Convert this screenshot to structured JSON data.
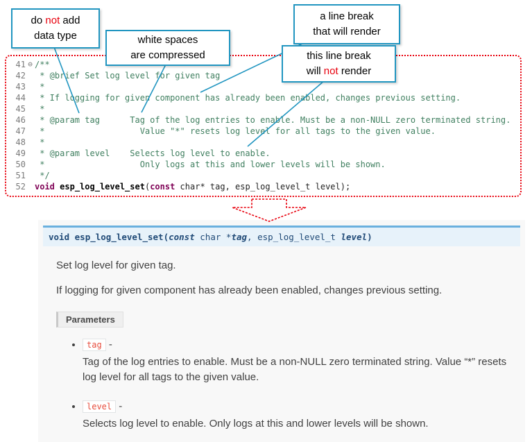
{
  "colors": {
    "callout_border_teal": "#2095c0",
    "highlight_red": "#e8000d",
    "code_dotted_border_red": "#e8000d",
    "comment_green": "#3f7f5f",
    "keyword_maroon": "#7f0055",
    "signature_bar_bg": "#e7f2fa",
    "signature_bar_border": "#6ab0de",
    "param_literal_red": "#e74c3c",
    "doc_panel_bg": "#f8f8f8"
  },
  "callouts": {
    "no_data_type": {
      "segments": [
        {
          "t": "do "
        },
        {
          "t": "not",
          "red": true
        },
        {
          "t": " add\ndata type"
        }
      ]
    },
    "whitespace_compressed": {
      "segments": [
        {
          "t": "white spaces\nare  compressed"
        }
      ]
    },
    "line_break_renders": {
      "segments": [
        {
          "t": "a line break\nthat will render"
        }
      ]
    },
    "line_break_no_render": {
      "segments": [
        {
          "t": "this line break\nwill "
        },
        {
          "t": "not",
          "red": true
        },
        {
          "t": " render"
        }
      ]
    }
  },
  "code": {
    "fold_icon": "⊖",
    "lines": [
      {
        "num": "41",
        "fold": true,
        "tokens": [
          {
            "t": "/**",
            "c": "comment"
          }
        ]
      },
      {
        "num": "42",
        "tokens": [
          {
            "t": " * @brief Set log level for given tag",
            "c": "comment"
          }
        ]
      },
      {
        "num": "43",
        "tokens": [
          {
            "t": " *",
            "c": "comment"
          }
        ]
      },
      {
        "num": "44",
        "tokens": [
          {
            "t": " * If logging for given component has already been enabled, changes previous setting.",
            "c": "comment"
          }
        ]
      },
      {
        "num": "45",
        "tokens": [
          {
            "t": " *",
            "c": "comment"
          }
        ]
      },
      {
        "num": "46",
        "tokens": [
          {
            "t": " * @param tag      Tag of the log entries to enable. Must be a non-NULL zero terminated string.",
            "c": "comment"
          }
        ]
      },
      {
        "num": "47",
        "tokens": [
          {
            "t": " *                   Value \"*\" resets log level for all tags to the given value.",
            "c": "comment"
          }
        ]
      },
      {
        "num": "48",
        "tokens": [
          {
            "t": " *",
            "c": "comment"
          }
        ]
      },
      {
        "num": "49",
        "tokens": [
          {
            "t": " * @param level    Selects log level to enable.",
            "c": "comment"
          }
        ]
      },
      {
        "num": "50",
        "tokens": [
          {
            "t": " *                   Only logs at this and lower levels will be shown.",
            "c": "comment"
          }
        ]
      },
      {
        "num": "51",
        "tokens": [
          {
            "t": " */",
            "c": "comment"
          }
        ]
      },
      {
        "num": "52",
        "tokens": [
          {
            "t": "void",
            "c": "keyword"
          },
          {
            "t": " ",
            "c": "plain"
          },
          {
            "t": "esp_log_level_set",
            "c": "func"
          },
          {
            "t": "(",
            "c": "plain"
          },
          {
            "t": "const",
            "c": "keyword"
          },
          {
            "t": " char* tag, esp_log_level_t level);",
            "c": "plain"
          }
        ]
      }
    ]
  },
  "doc": {
    "signature_tokens": [
      {
        "t": "void ",
        "b": true
      },
      {
        "t": "esp_log_level_set",
        "b": true
      },
      {
        "t": "(",
        "b": true
      },
      {
        "t": "const",
        "b": true,
        "i": true
      },
      {
        "t": "  char *",
        "i": false
      },
      {
        "t": "tag",
        "b": true,
        "i": true
      },
      {
        "t": ", ",
        "i": false
      },
      {
        "t": "esp_log_level_t ",
        "i": false
      },
      {
        "t": "level",
        "b": true,
        "i": true
      },
      {
        "t": ")",
        "b": true
      }
    ],
    "brief": "Set log level for given tag.",
    "description": "If logging for given component has already been enabled, changes previous setting.",
    "parameters_label": "Parameters",
    "params": [
      {
        "name": "tag",
        "dash": "-",
        "desc": "Tag of the log entries to enable. Must be a non-NULL zero terminated string. Value “*” resets log level for all tags to the given value."
      },
      {
        "name": "level",
        "dash": "-",
        "desc": "Selects log level to enable. Only logs at this and lower levels will be shown."
      }
    ]
  }
}
